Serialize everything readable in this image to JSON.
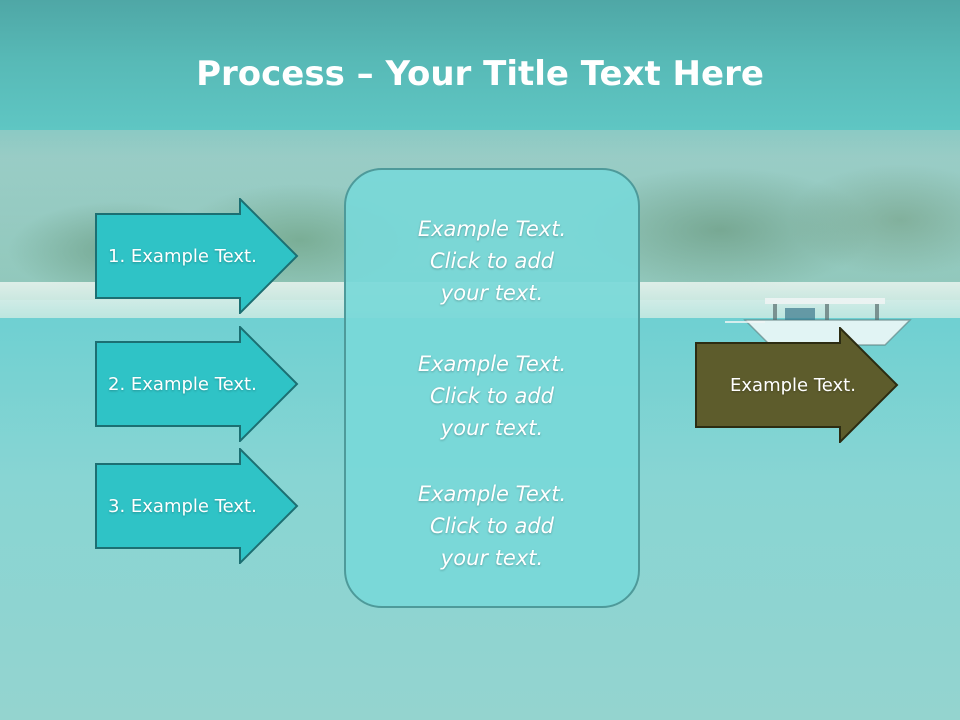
{
  "slide": {
    "title_strong": "Process",
    "title_rest": " – Your Title Text Here",
    "left_steps": [
      {
        "label": "1. Example Text."
      },
      {
        "label": "2. Example Text."
      },
      {
        "label": "3. Example Text."
      }
    ],
    "center_items": [
      {
        "line1": "Example Text.",
        "line2": "Click  to add",
        "line3": "your text."
      },
      {
        "line1": "Example Text.",
        "line2": "Click  to add",
        "line3": "your text."
      },
      {
        "line1": "Example Text.",
        "line2": "Click  to add",
        "line3": "your text."
      }
    ],
    "output_label": "Example Text."
  },
  "colors": {
    "step_fill": "#2fc3c6",
    "step_stroke": "#1c6f72",
    "center_fill": "#78d8d8",
    "output_fill": "#5d5c2c",
    "output_stroke": "#2c2c12",
    "title_text": "#ffffff"
  }
}
